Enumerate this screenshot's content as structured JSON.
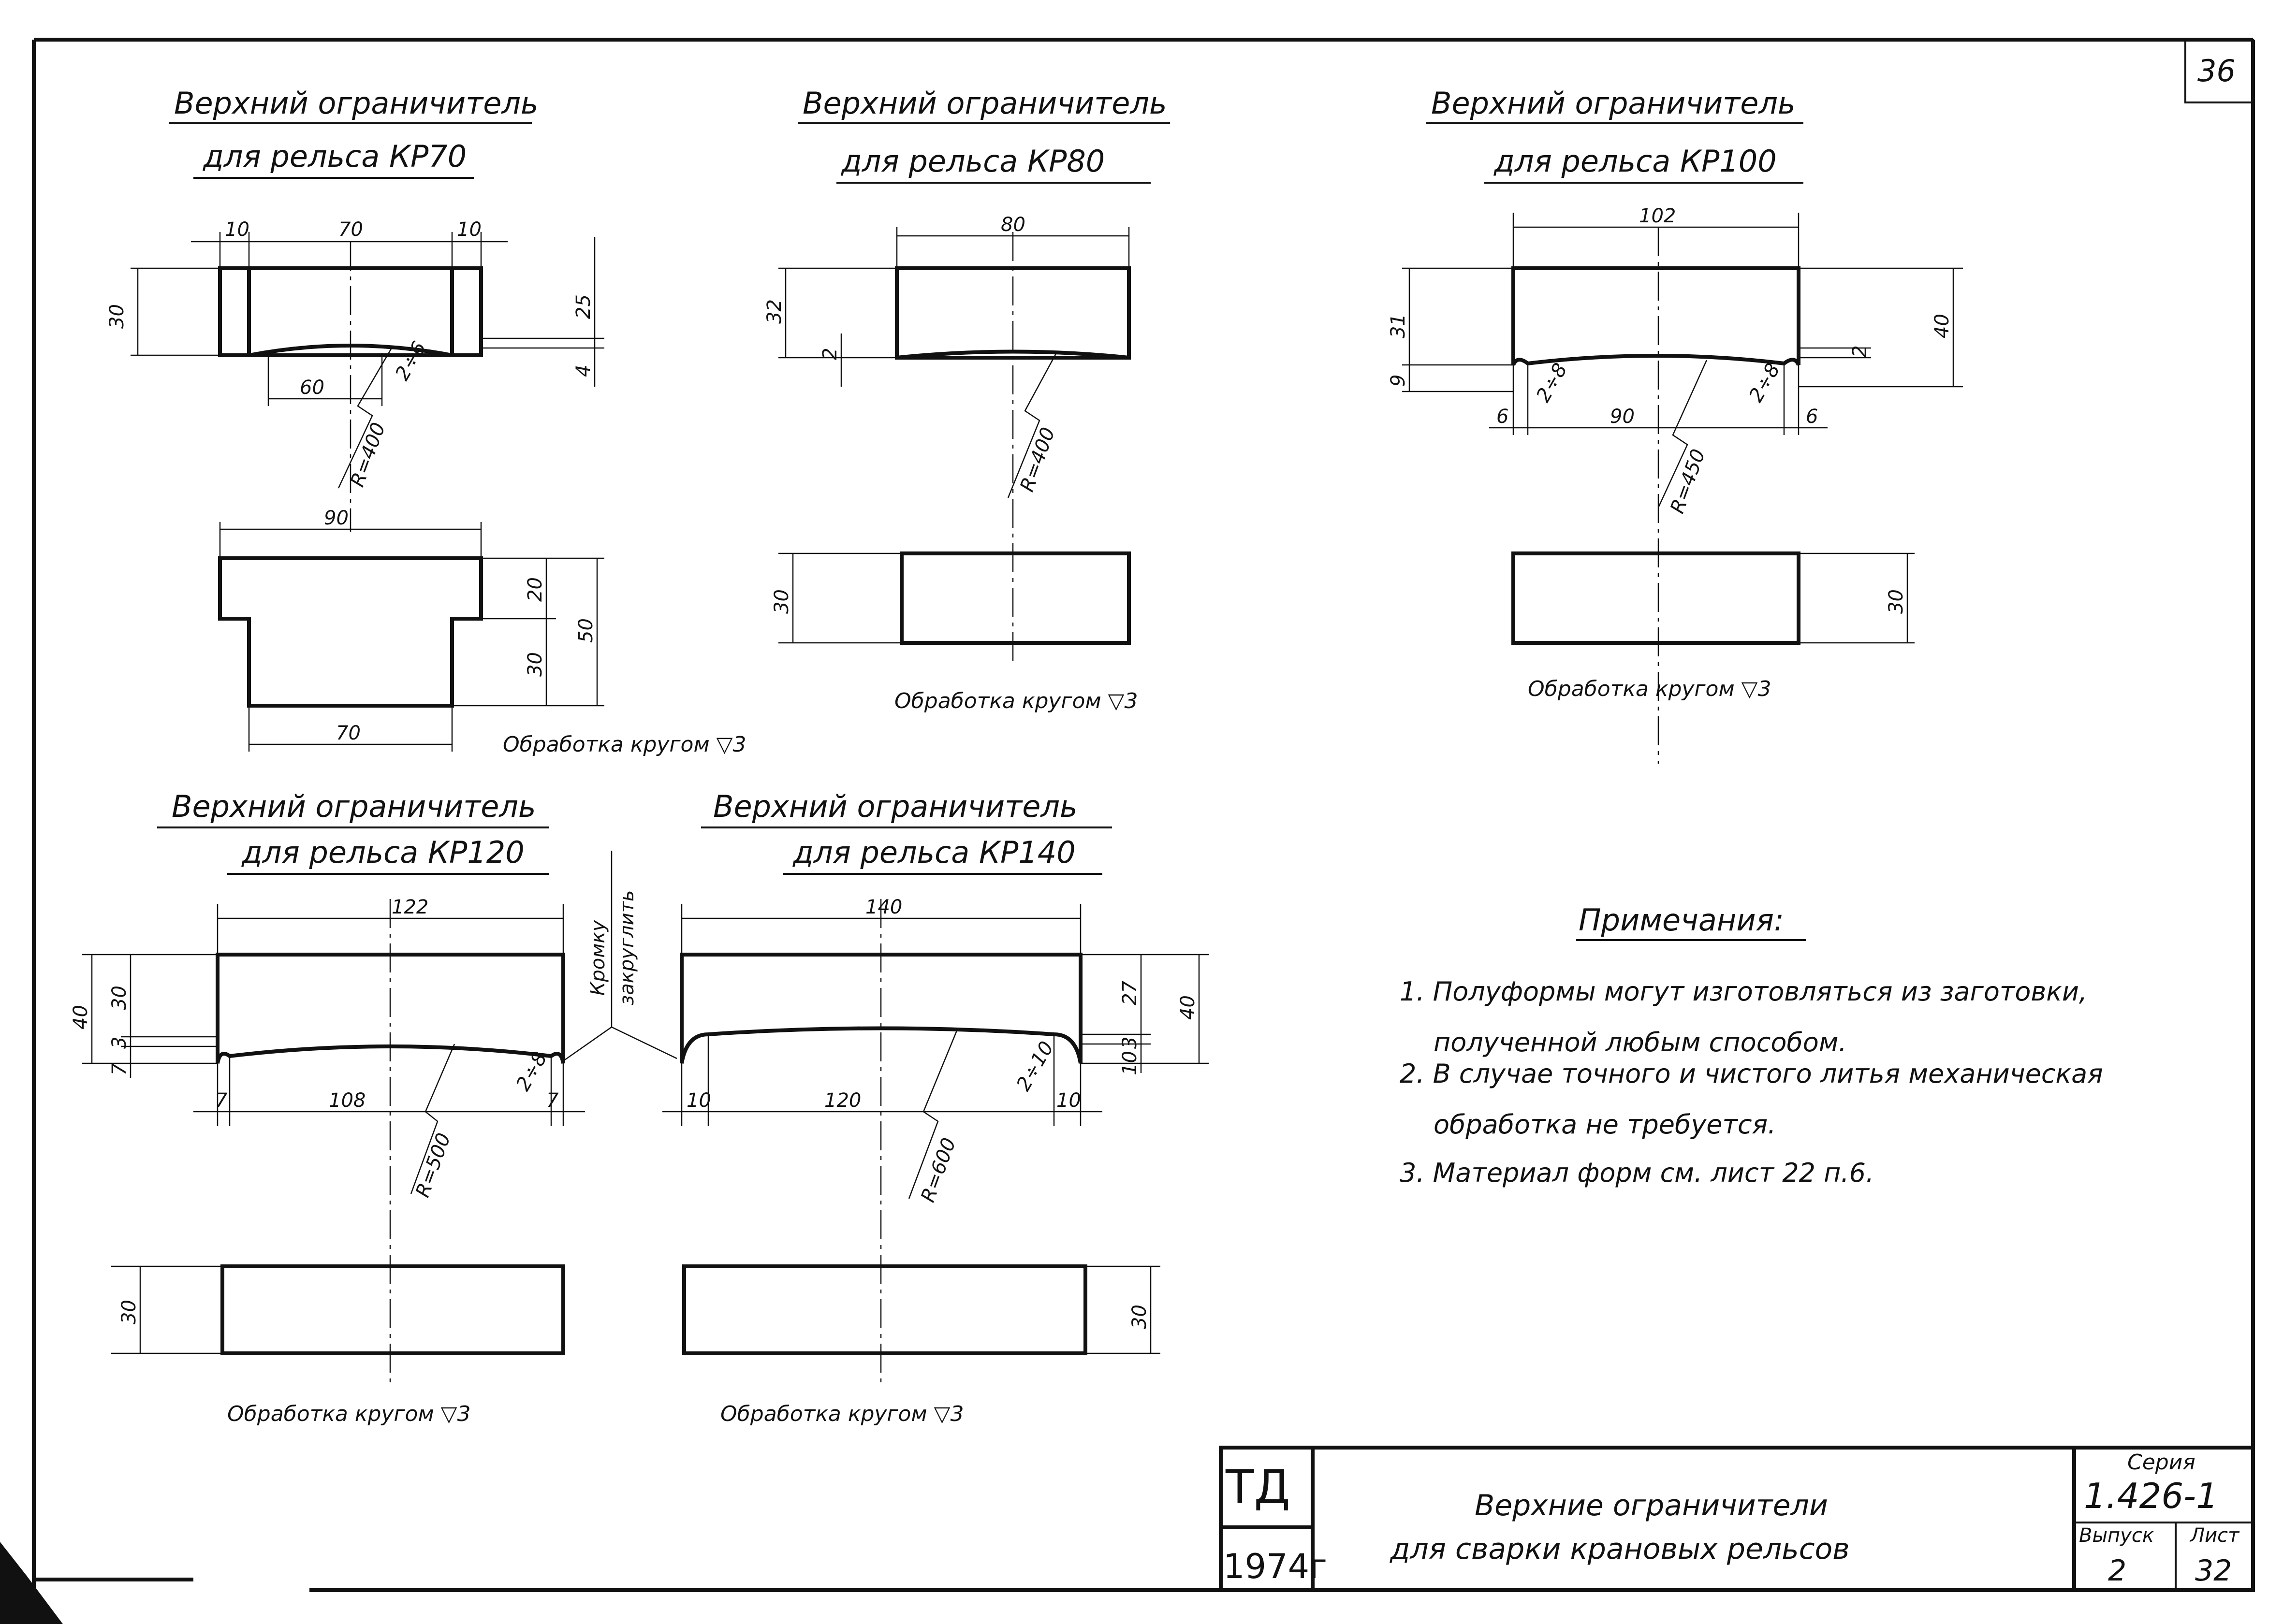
{
  "sheet_number": "36",
  "parts": {
    "kr70": {
      "title_line1": "Верхний ограничитель",
      "title_line2": "для рельса КР70",
      "dims": {
        "w_left": "10",
        "w_mid": "70",
        "w_right": "10",
        "h_total": "30",
        "h_upper": "25",
        "h_lower": "4",
        "chord": "60",
        "radius": "R=400",
        "fillet": "2÷6"
      },
      "bottom_dims": {
        "top_width": "90",
        "bottom_width": "70",
        "h_upper": "20",
        "h_lower": "30",
        "h_total": "50"
      },
      "machining": "Обработка кругом ▽3"
    },
    "kr80": {
      "title_line1": "Верхний ограничитель",
      "title_line2": "для рельса КР80",
      "dims": {
        "width": "80",
        "height": "32",
        "sag": "2",
        "radius": "R=400"
      },
      "bottom_dims": {
        "height": "30"
      },
      "machining": "Обработка кругом ▽3"
    },
    "kr100": {
      "title_line1": "Верхний ограничитель",
      "title_line2": "для рельса КР100",
      "dims": {
        "width": "102",
        "h_upper": "31",
        "h_lower": "9",
        "h_total": "40",
        "sag": "2",
        "left": "6",
        "mid": "90",
        "right": "6",
        "fillet_left": "2÷8",
        "fillet_right": "2÷8",
        "radius": "R=450"
      },
      "bottom_dims": {
        "height": "30"
      },
      "machining": "Обработка кругом ▽3"
    },
    "kr120": {
      "title_line1": "Верхний ограничитель",
      "title_line2": "для рельса КР120",
      "dims": {
        "width": "122",
        "h_total": "40",
        "h_upper": "30",
        "h_mid": "3",
        "h_lower": "7",
        "left": "7",
        "mid": "108",
        "right": "7",
        "fillet": "2÷8",
        "radius": "R=500"
      },
      "bottom_dims": {
        "height": "30"
      },
      "machining": "Обработка кругом ▽3"
    },
    "kr140": {
      "title_line1": "Верхний ограничитель",
      "title_line2": "для рельса КР140",
      "dims": {
        "width": "140",
        "h_upper": "27",
        "h_mid": "3",
        "h_lower": "10",
        "h_total": "40",
        "left": "10",
        "mid": "120",
        "right": "10",
        "fillet": "2÷10",
        "radius": "R=600"
      },
      "bottom_dims": {
        "height": "30"
      },
      "machining": "Обработка кругом ▽3"
    }
  },
  "edge_note_line1": "Кромку",
  "edge_note_line2": "закруглить",
  "notes": {
    "heading": "Примечания:",
    "items": [
      "1. Полуформы могут изготовляться из заготовки,",
      "полученной любым способом.",
      "2. В случае точного и чистого литья механическая",
      "обработка не требуется.",
      "3. Материал форм см. лист 22 п.6."
    ]
  },
  "title_block": {
    "org": "ТД",
    "year": "1974г",
    "title_line1": "Верхние ограничители",
    "title_line2": "для сварки крановых рельсов",
    "series_label": "Серия",
    "series_value": "1.426-1",
    "issue_label": "Выпуск",
    "issue_value": "2",
    "sheet_label": "Лист",
    "sheet_value": "32"
  }
}
